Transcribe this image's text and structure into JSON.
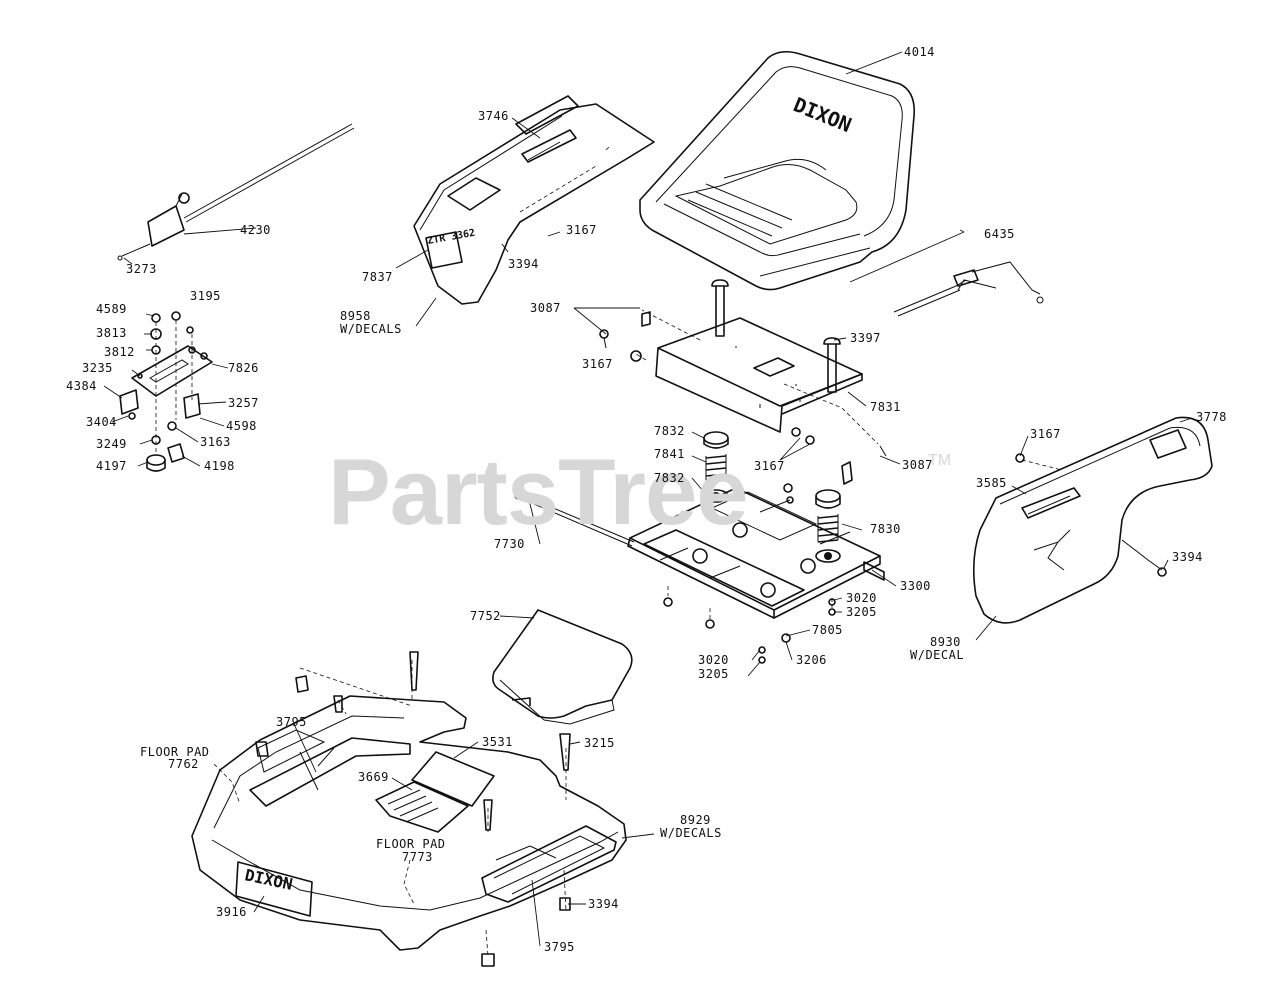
{
  "watermark": {
    "brand": "PartsTree",
    "trademark": "TM"
  },
  "logos": {
    "seat": "DIXON",
    "front_panel": "DIXON",
    "badge": "ZTR 3362"
  },
  "labels": [
    {
      "id": "l4014",
      "text": "4014"
    },
    {
      "id": "l3746",
      "text": "3746"
    },
    {
      "id": "l4230",
      "text": "4230"
    },
    {
      "id": "l3273",
      "text": "3273"
    },
    {
      "id": "l3167a",
      "text": "3167"
    },
    {
      "id": "l6435",
      "text": "6435"
    },
    {
      "id": "l3394a",
      "text": "3394"
    },
    {
      "id": "l7837",
      "text": "7837"
    },
    {
      "id": "l8958",
      "text": "8958"
    },
    {
      "id": "l8958b",
      "text": "W/DECALS"
    },
    {
      "id": "l4589",
      "text": "4589"
    },
    {
      "id": "l3195",
      "text": "3195"
    },
    {
      "id": "l3087a",
      "text": "3087"
    },
    {
      "id": "l3397",
      "text": "3397"
    },
    {
      "id": "l3813",
      "text": "3813"
    },
    {
      "id": "l3812",
      "text": "3812"
    },
    {
      "id": "l7826",
      "text": "7826"
    },
    {
      "id": "l3167b",
      "text": "3167"
    },
    {
      "id": "l3235",
      "text": "3235"
    },
    {
      "id": "l4384",
      "text": "4384"
    },
    {
      "id": "l3257",
      "text": "3257"
    },
    {
      "id": "l7831",
      "text": "7831"
    },
    {
      "id": "l3404",
      "text": "3404"
    },
    {
      "id": "l4598",
      "text": "4598"
    },
    {
      "id": "l3249",
      "text": "3249"
    },
    {
      "id": "l3163",
      "text": "3163"
    },
    {
      "id": "l7832a",
      "text": "7832"
    },
    {
      "id": "l3167c",
      "text": "3167"
    },
    {
      "id": "l3778",
      "text": "3778"
    },
    {
      "id": "l4197",
      "text": "4197"
    },
    {
      "id": "l4198",
      "text": "4198"
    },
    {
      "id": "l7841",
      "text": "7841"
    },
    {
      "id": "l3167d",
      "text": "3167"
    },
    {
      "id": "l3087b",
      "text": "3087"
    },
    {
      "id": "l7832b",
      "text": "7832"
    },
    {
      "id": "l3585",
      "text": "3585"
    },
    {
      "id": "l7830",
      "text": "7830"
    },
    {
      "id": "l7730",
      "text": "7730"
    },
    {
      "id": "l3394b",
      "text": "3394"
    },
    {
      "id": "l3300",
      "text": "3300"
    },
    {
      "id": "l3020a",
      "text": "3020"
    },
    {
      "id": "l3205a",
      "text": "3205"
    },
    {
      "id": "l8930",
      "text": "8930"
    },
    {
      "id": "l8930b",
      "text": "W/DECAL"
    },
    {
      "id": "l7752",
      "text": "7752"
    },
    {
      "id": "l7805",
      "text": "7805"
    },
    {
      "id": "l3020b",
      "text": "3020"
    },
    {
      "id": "l3206",
      "text": "3206"
    },
    {
      "id": "l3205b",
      "text": "3205"
    },
    {
      "id": "l3795a",
      "text": "3795"
    },
    {
      "id": "l3531",
      "text": "3531"
    },
    {
      "id": "l3215",
      "text": "3215"
    },
    {
      "id": "lfloor1",
      "text": "FLOOR PAD"
    },
    {
      "id": "l7762",
      "text": "7762"
    },
    {
      "id": "l3669",
      "text": "3669"
    },
    {
      "id": "l8929",
      "text": "8929"
    },
    {
      "id": "l8929b",
      "text": "W/DECALS"
    },
    {
      "id": "lfloor2",
      "text": "FLOOR PAD"
    },
    {
      "id": "l7773",
      "text": "7773"
    },
    {
      "id": "l3394c",
      "text": "3394"
    },
    {
      "id": "l3916",
      "text": "3916"
    },
    {
      "id": "l3795b",
      "text": "3795"
    }
  ]
}
